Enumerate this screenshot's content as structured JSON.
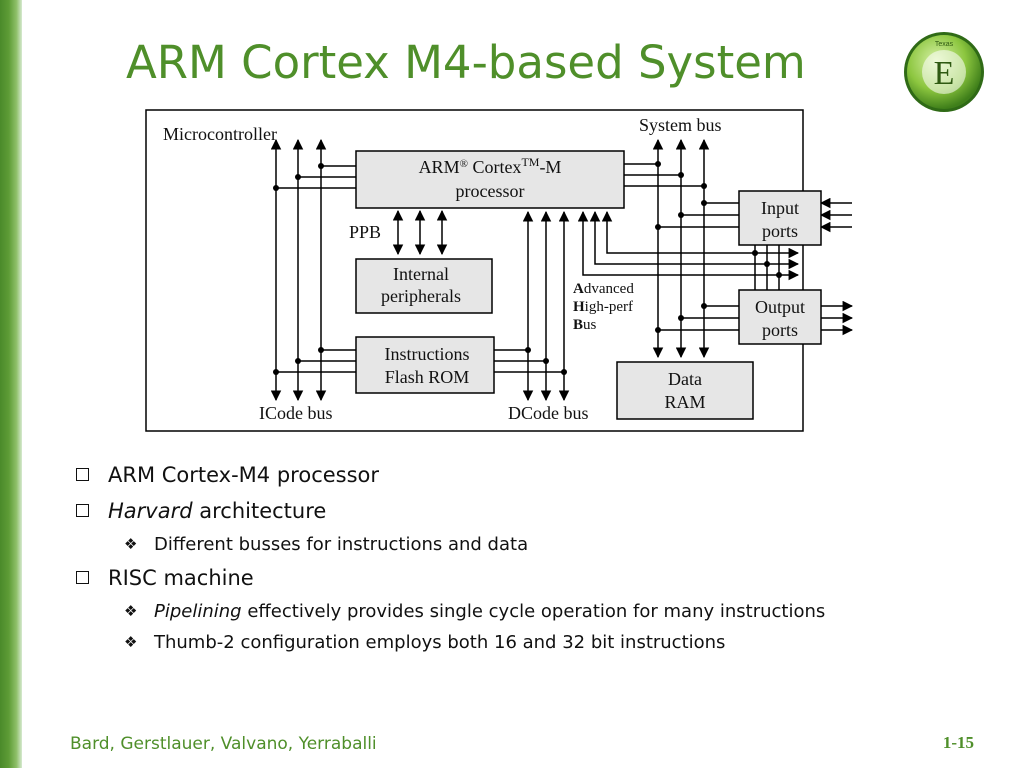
{
  "slide": {
    "title": "ARM Cortex M4-based System",
    "footer": "Bard, Gerstlauer, Valvano, Yerraballi",
    "page_number": "1-15"
  },
  "logo": {
    "letter": "E",
    "ring_text": "Texas",
    "icon": "embedded-systems-logo"
  },
  "diagram": {
    "microcontroller_label": "Microcontroller",
    "system_bus_label": "System bus",
    "processor_line1_prefix": "ARM",
    "processor_registered": "®",
    "processor_line1_middle": " Cortex",
    "processor_tm": "TM",
    "processor_line1_suffix": "-M",
    "processor_line2": "processor",
    "ppb_label": "PPB",
    "internal_peripherals_line1": "Internal",
    "internal_peripherals_line2": "peripherals",
    "ahb_A": "A",
    "ahb_line1_rest": "dvanced",
    "ahb_H": "H",
    "ahb_line2_rest": "igh-perf",
    "ahb_B": "B",
    "ahb_line3_rest": "us",
    "flash_line1": "Instructions",
    "flash_line2": "Flash ROM",
    "icode_label": "ICode bus",
    "dcode_label": "DCode bus",
    "input_ports_line1": "Input",
    "input_ports_line2": "ports",
    "output_ports_line1": "Output",
    "output_ports_line2": "ports",
    "data_ram_line1": "Data",
    "data_ram_line2": "RAM"
  },
  "bullets": {
    "b1": "ARM Cortex-M4 processor",
    "b2_italic": "Harvard",
    "b2_rest": " architecture",
    "b2_sub1": "Different busses for instructions and data",
    "b3": "RISC machine",
    "b3_sub1_italic": "Pipelining",
    "b3_sub1_rest": " effectively provides single cycle operation for many instructions",
    "b3_sub2": "Thumb-2 configuration employs both 16 and 32 bit instructions"
  },
  "colors": {
    "accent": "#4f8f2a",
    "box_fill": "#e6e6e6"
  }
}
